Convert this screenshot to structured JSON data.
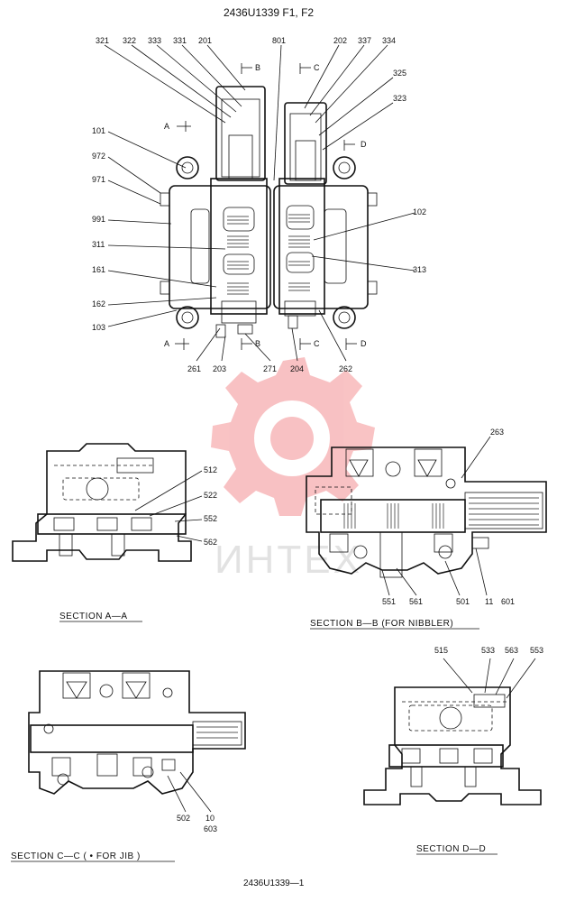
{
  "header": {
    "title": "2436U1339 F1, F2"
  },
  "footer": {
    "code": "2436U1339—1"
  },
  "watermark": {
    "text": "ИНТЕХ",
    "color": "#e8262a"
  },
  "section_marks": {
    "A": "A",
    "B": "B",
    "C": "C",
    "D": "D"
  },
  "labels": {
    "321": "321",
    "322": "322",
    "333": "333",
    "331": "331",
    "201": "201",
    "801": "801",
    "202": "202",
    "337": "337",
    "334": "334",
    "325": "325",
    "323": "323",
    "101": "101",
    "972": "972",
    "971": "971",
    "991": "991",
    "311": "311",
    "161": "161",
    "162": "162",
    "103": "103",
    "102": "102",
    "313": "313",
    "261": "261",
    "203": "203",
    "271": "271",
    "204": "204",
    "262": "262",
    "512": "512",
    "522": "522",
    "552": "552",
    "562": "562",
    "263": "263",
    "551": "551",
    "561": "561",
    "501": "501",
    "11": "11",
    "601": "601",
    "515": "515",
    "533": "533",
    "563": "563",
    "553": "553",
    "502": "502",
    "10": "10",
    "603": "603"
  },
  "sections": {
    "aa": "SECTION  A—A",
    "bb": "SECTION  B—B  (FOR  NIBBLER)",
    "cc": "SECTION  C—C  ( • FOR  JIB )",
    "dd": "SECTION  D—D"
  }
}
